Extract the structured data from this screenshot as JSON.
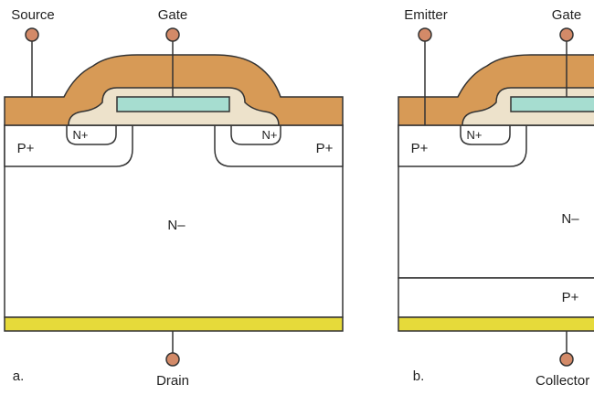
{
  "colors": {
    "metal": "#d79a56",
    "oxide": "#ede2cb",
    "poly": "#a6ddd0",
    "contact": "#e6da3a",
    "terminal": "#d38a68",
    "line": "#333333",
    "silicon": "#ffffff"
  },
  "mosfet": {
    "caption": "a.",
    "source_label": "Source",
    "gate_label": "Gate",
    "drain_label": "Drain",
    "left_p_label": "P+",
    "right_p_label": "P+",
    "left_n_label": "N+",
    "right_n_label": "N+",
    "drift_label": "N–"
  },
  "igbt": {
    "caption": "b.",
    "emitter_label": "Emitter",
    "gate_label": "Gate",
    "collector_label": "Collector",
    "left_p_label": "P+",
    "left_n_label": "N+",
    "drift_label": "N–",
    "substrate_label": "P+"
  }
}
